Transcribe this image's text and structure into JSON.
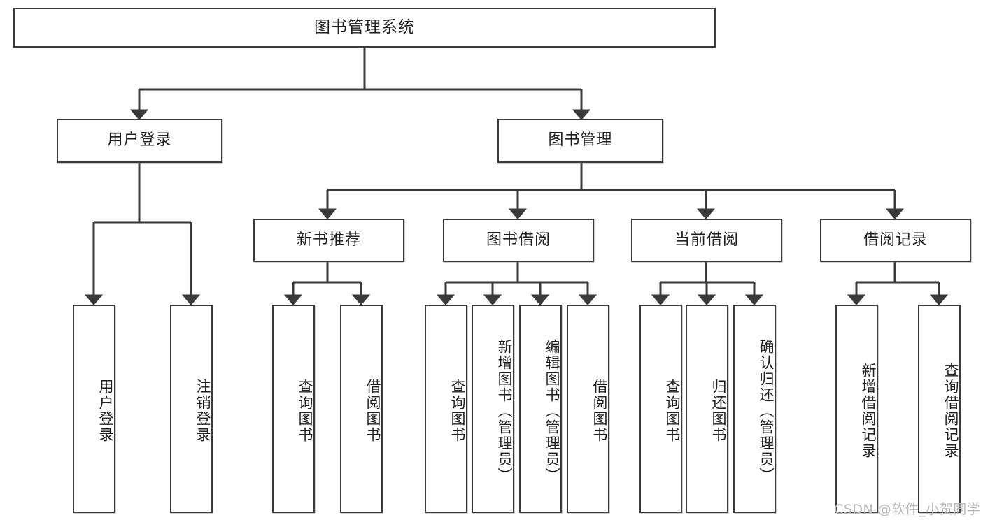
{
  "diagram": {
    "title": "图书管理系统",
    "type": "tree-hierarchy-diagram",
    "watermark": "CSDN @软件_小贺同学",
    "colors": {
      "box_border": "#3a3a3a",
      "box_fill": "#ffffff",
      "edge": "#3a3a3a",
      "text": "#1f1f1f",
      "watermark": "#b9b9b9"
    },
    "nodes": {
      "root": {
        "label": "图书管理系统"
      },
      "level2": [
        {
          "id": "user-login",
          "label": "用户登录"
        },
        {
          "id": "book-manage",
          "label": "图书管理"
        }
      ],
      "level3": [
        {
          "id": "new-book-recommend",
          "label": "新书推荐"
        },
        {
          "id": "book-borrow",
          "label": "图书借阅"
        },
        {
          "id": "current-borrow",
          "label": "当前借阅"
        },
        {
          "id": "borrow-record",
          "label": "借阅记录"
        }
      ],
      "leaves": [
        {
          "id": "leaf-user-login",
          "parent": "user-login",
          "label": "用户登录"
        },
        {
          "id": "leaf-logout-login",
          "parent": "user-login",
          "label": "注销登录"
        },
        {
          "id": "leaf-query-book-1",
          "parent": "new-book-recommend",
          "label": "查询图书"
        },
        {
          "id": "leaf-borrow-book-1",
          "parent": "new-book-recommend",
          "label": "借阅图书"
        },
        {
          "id": "leaf-query-book-2",
          "parent": "book-borrow",
          "label": "查询图书"
        },
        {
          "id": "leaf-add-book-admin",
          "parent": "book-borrow",
          "label": "新增图书（管理员）"
        },
        {
          "id": "leaf-edit-book-admin",
          "parent": "book-borrow",
          "label": "编辑图书（管理员）"
        },
        {
          "id": "leaf-borrow-book-2",
          "parent": "book-borrow",
          "label": "借阅图书"
        },
        {
          "id": "leaf-query-book-3",
          "parent": "current-borrow",
          "label": "查询图书"
        },
        {
          "id": "leaf-return-book",
          "parent": "current-borrow",
          "label": "归还图书"
        },
        {
          "id": "leaf-confirm-return-admin",
          "parent": "current-borrow",
          "label": "确认归还（管理员）"
        },
        {
          "id": "leaf-add-borrow-record",
          "parent": "borrow-record",
          "label": "新增借阅记录"
        },
        {
          "id": "leaf-query-borrow-record",
          "parent": "borrow-record",
          "label": "查询借阅记录"
        }
      ]
    }
  }
}
